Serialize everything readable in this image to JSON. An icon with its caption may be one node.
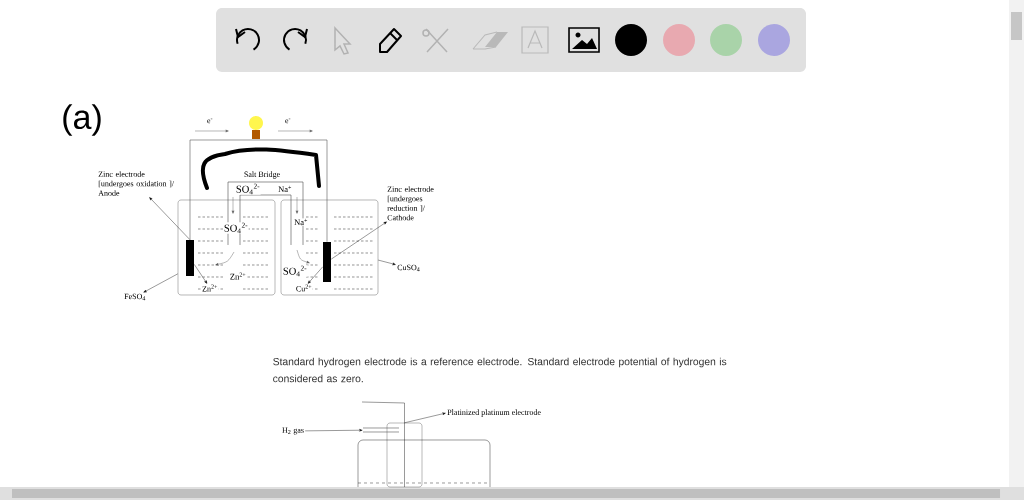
{
  "diagram": {
    "nodes": [
      {
        "text": [
          "Zinc electrode [undergoes oxidation ]/ Anode"
        ]
      },
      {
        "text": [],
        "shape": "box"
      },
      {
        "text": [],
        "shape": "bar",
        "in": 1
      },
      {
        "text": [],
        "shape": "box"
      },
      {
        "text": [],
        "shape": "bar",
        "in": 3
      },
      {
        "text": [
          "Zinc electrode [undergoes reduction ]/ Cathode"
        ]
      },
      {
        "text": [
          "FeSO$_{4}$"
        ]
      },
      {
        "text": [
          "CuSO$_{4}$"
        ]
      },
      {
        "text": [
          "H$_{2}$ gas"
        ]
      },
      {
        "text": [],
        "shape": "tube"
      },
      {
        "text": [],
        "shape": "box"
      },
      {
        "text": [
          "Platinized platinum electrode"
        ]
      },
      {
        "text": [
          "Salt Bridge"
        ]
      },
      {
        "text": [
          "Zn$^{2+}$"
        ],
        "in": 1
      },
      {
        "text": [
          "Cu$^{2+}$"
        ],
        "in": 3
      }
    ],
    "edges": [
      {
        "from": 2,
        "to": 0,
        "arrow": "to"
      },
      {
        "from": 1,
        "to": 6,
        "arrow": "to"
      },
      {
        "from": 4,
        "to": 5,
        "arrow": "to"
      },
      {
        "from": 3,
        "to": 7,
        "arrow": "to"
      },
      {
        "from": 8,
        "to": 9,
        "arrow": "to"
      },
      {
        "from": 10,
        "to": 11,
        "arrow": "to"
      },
      {
        "from": 2,
        "to": 4,
        "arrow": "none"
      },
      {
        "from": 2,
        "to": 13,
        "arrow": "to"
      },
      {
        "from": 4,
        "to": 14,
        "arrow": "to"
      }
    ],
    "labels": [
      "(a)",
      "e$^{-}$",
      "e$^{-}$",
      "SO$_{4}$$^{2-}$",
      "Na$^{+}$",
      "SO$_{4}$$^{2-}$",
      "Zn$^{2+}$",
      "Na$^{+}$",
      "SO$_{4}$$^{2-}$",
      "Standard hydrogen electrode is a reference electrode. Standard electrode potential of hydrogen is considered as zero."
    ]
  }
}
